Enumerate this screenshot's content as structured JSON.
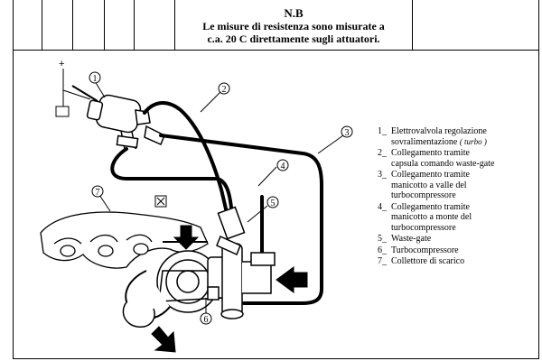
{
  "note": {
    "title": "N.B",
    "lines": [
      "Le misure di resistenza sono misurate a",
      "c.a. 20 C direttamente sugli attuatori."
    ]
  },
  "callouts": [
    "1",
    "2",
    "3",
    "4",
    "5",
    "6",
    "7"
  ],
  "plus_sign": "+",
  "legend": [
    {
      "num": "1_",
      "lines": [
        "Elettrovalvola regolazione",
        "sovralimentazione"
      ],
      "suffix": "( turbo )"
    },
    {
      "num": "2_",
      "lines": [
        "Collegamento tramite",
        "capsula comando waste-gate"
      ]
    },
    {
      "num": "3_",
      "lines": [
        "Collegamento tramite",
        "manicotto a valle del",
        "turbocompressore"
      ]
    },
    {
      "num": "4_",
      "lines": [
        "Collegamento tramite",
        "manicotto a monte del",
        "turbocompressore"
      ]
    },
    {
      "num": "5_",
      "lines": [
        "Waste-gate"
      ]
    },
    {
      "num": "6_",
      "lines": [
        "Turbocompressore"
      ]
    },
    {
      "num": "7_",
      "lines": [
        "Collettore di scarico"
      ]
    }
  ]
}
